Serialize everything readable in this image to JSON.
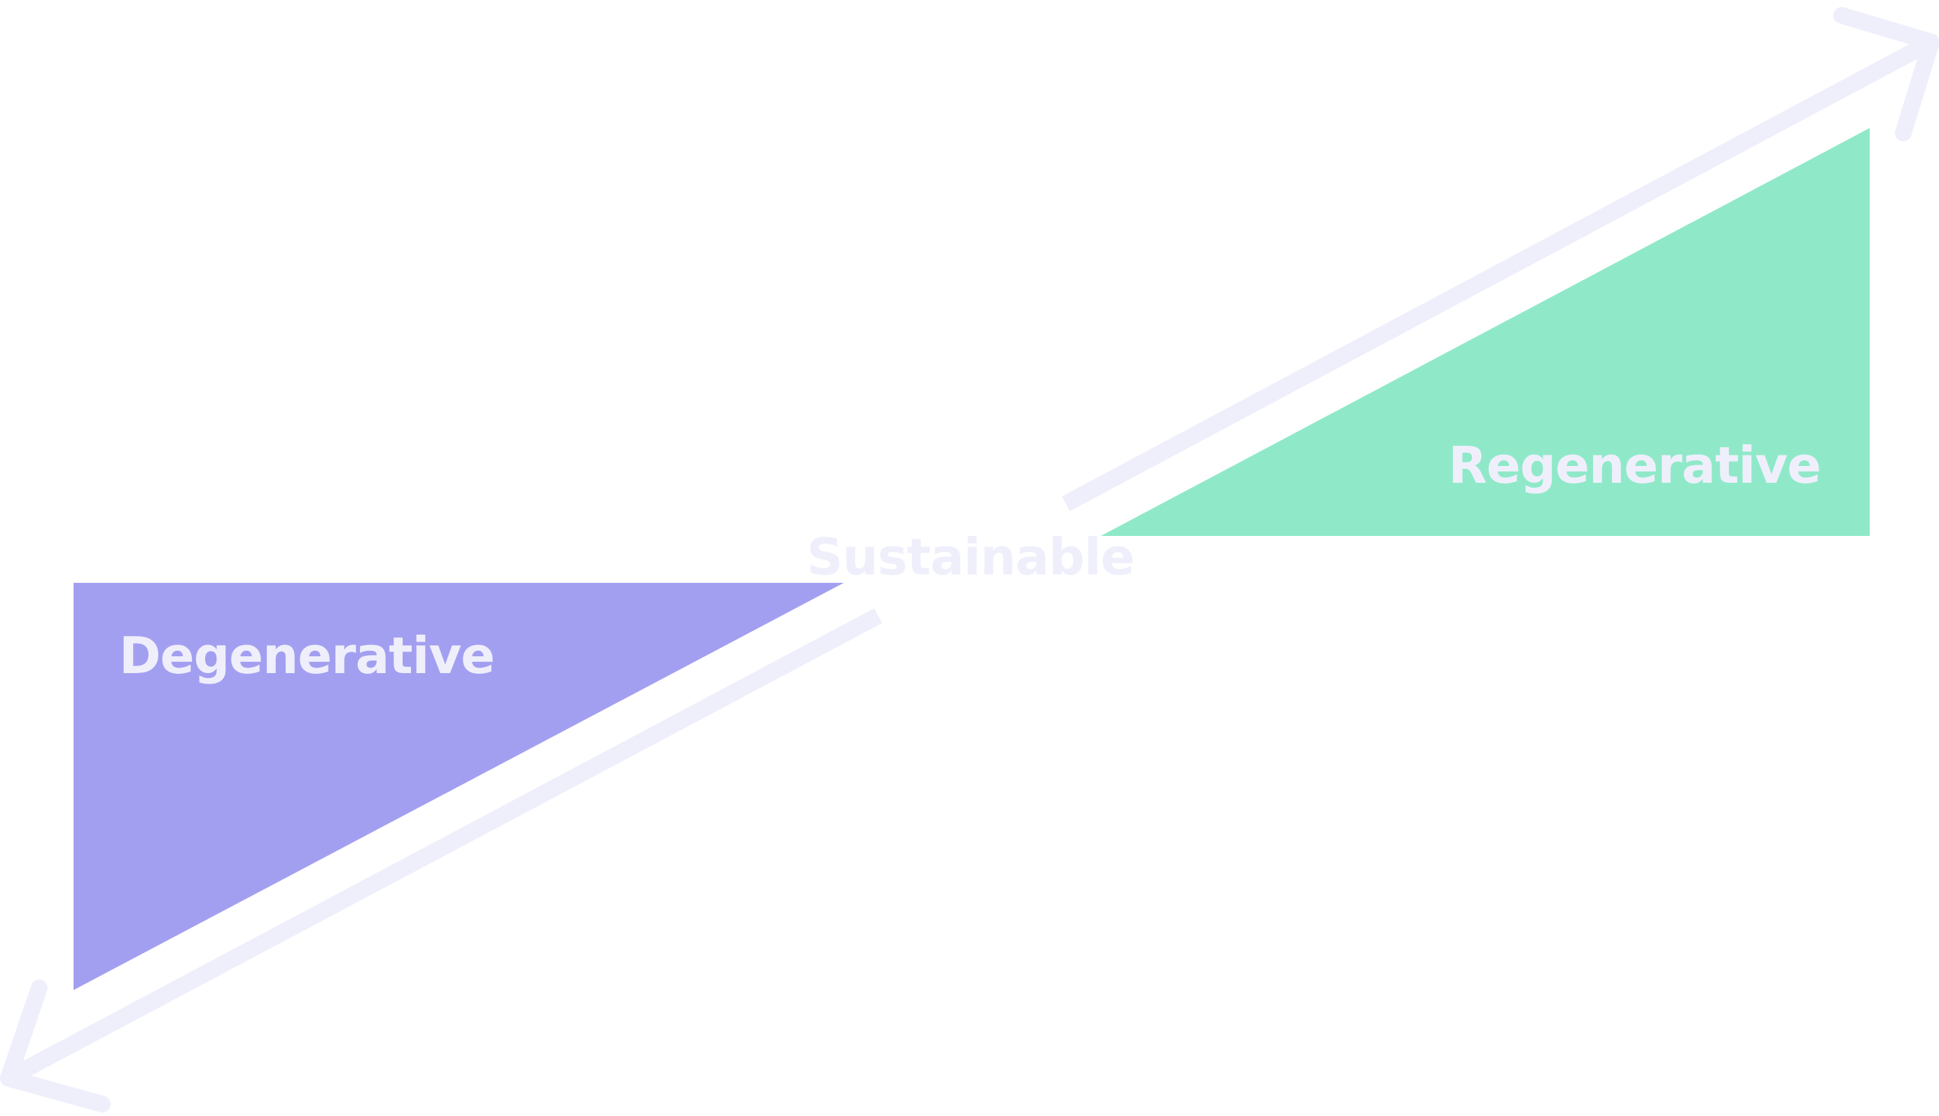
{
  "labels": {
    "degenerative": "Degenerative",
    "sustainable": "Sustainable",
    "regenerative": "Regenerative"
  },
  "colors": {
    "degenerative_fill": "#a39ff0",
    "regenerative_fill": "#8fe9c8",
    "arrow": "#efeffc",
    "label_text": "#efeffc",
    "background": "#ffffff"
  }
}
